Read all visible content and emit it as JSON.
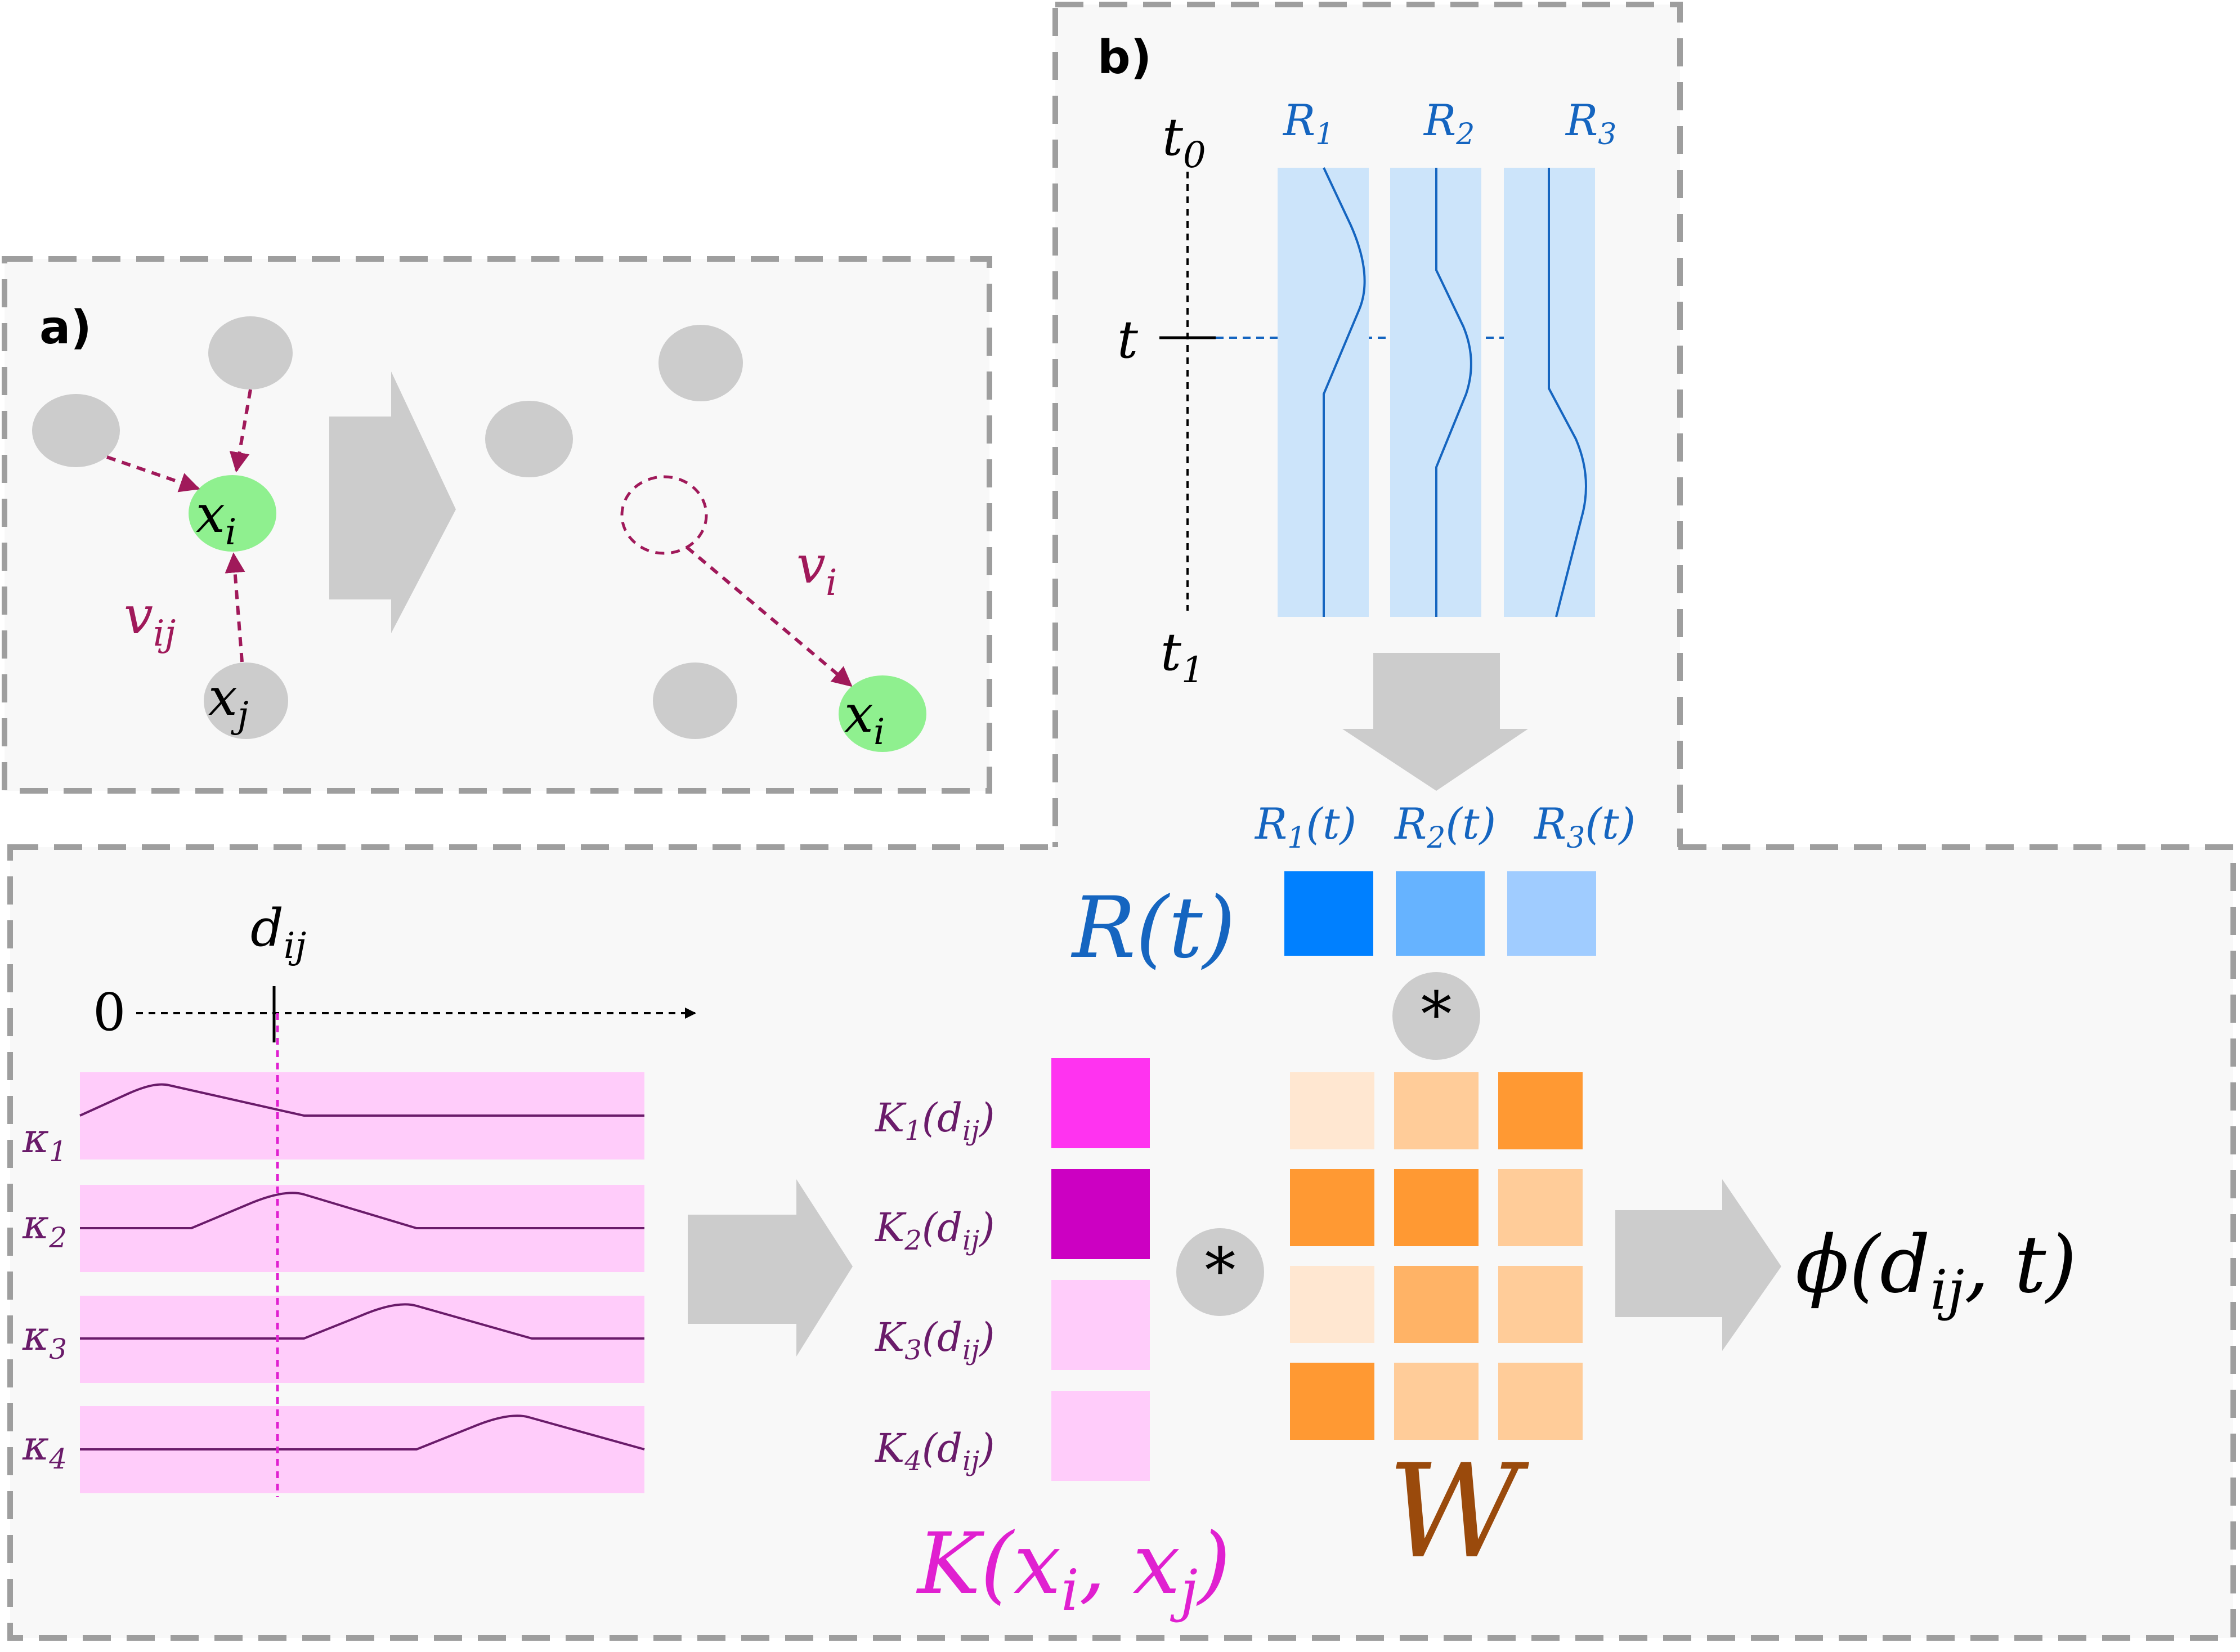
{
  "colors": {
    "panel_fill": "#f8f8f8",
    "panel_border": "#9e9e9e",
    "gray_node": "#cccccc",
    "active_node": "#8ff08f",
    "edge": "#a0195a",
    "blue_text": "#1565c0",
    "blue_band": "#cce4fa",
    "kernel_band": "#ffccfa",
    "kernel_curve": "#6a1b6a",
    "magenta_text": "#e020d0",
    "weight_text": "#9a4a0c"
  },
  "panel_a": {
    "tag": "a)",
    "node_i": "x",
    "node_i_sub": "i",
    "node_j": "x",
    "node_j_sub": "j",
    "edge_label": "v",
    "edge_label_sub": "ij",
    "vel_label": "v",
    "vel_label_sub": "i",
    "moved_node": "x",
    "moved_node_sub": "i"
  },
  "panel_b": {
    "tag": "b)",
    "t0": "t",
    "t0_sub": "0",
    "t": "t",
    "t1": "t",
    "t1_sub": "1",
    "bands": [
      {
        "label": "R",
        "sub": "1"
      },
      {
        "label": "R",
        "sub": "2"
      },
      {
        "label": "R",
        "sub": "3"
      }
    ],
    "outputs": [
      {
        "label": "R",
        "sub": "1",
        "arg": "(t)"
      },
      {
        "label": "R",
        "sub": "2",
        "arg": "(t)"
      },
      {
        "label": "R",
        "sub": "3",
        "arg": "(t)"
      }
    ]
  },
  "panel_c": {
    "r_vector": {
      "label": "R",
      "arg": "(t)",
      "colors": [
        "#0080ff",
        "#66b3ff",
        "#a0ccff"
      ]
    },
    "op_star": "*",
    "dij_label": "d",
    "dij_sub": "ij",
    "origin": "0",
    "kernels": [
      {
        "label": "κ",
        "sub": "1"
      },
      {
        "label": "κ",
        "sub": "2"
      },
      {
        "label": "κ",
        "sub": "3"
      },
      {
        "label": "κ",
        "sub": "4"
      }
    ],
    "kernel_values": [
      {
        "label": "K",
        "sub": "1",
        "arg": "(d",
        "arg_sub": "ij",
        "close": ")",
        "color": "#ff33f0"
      },
      {
        "label": "K",
        "sub": "2",
        "arg": "(d",
        "arg_sub": "ij",
        "close": ")",
        "color": "#cc00c2"
      },
      {
        "label": "K",
        "sub": "3",
        "arg": "(d",
        "arg_sub": "ij",
        "close": ")",
        "color": "#ffccfa"
      },
      {
        "label": "K",
        "sub": "4",
        "arg": "(d",
        "arg_sub": "ij",
        "close": ")",
        "color": "#ffccfa"
      }
    ],
    "k_vector_label": "K(x",
    "k_vector_sub1": "i",
    "k_vector_mid": ", x",
    "k_vector_sub2": "j",
    "k_vector_close": ")",
    "weight_matrix": {
      "label": "W",
      "colors": [
        [
          "#ffe7d1",
          "#ffcc99",
          "#ff9933"
        ],
        [
          "#ff9933",
          "#ff9933",
          "#ffcc99"
        ],
        [
          "#ffe7d1",
          "#ffb366",
          "#ffcc99"
        ],
        [
          "#ff9933",
          "#ffcc99",
          "#ffcc99"
        ]
      ]
    },
    "output_label": "ϕ(d",
    "output_sub": "ij",
    "output_rest": ", t)"
  }
}
